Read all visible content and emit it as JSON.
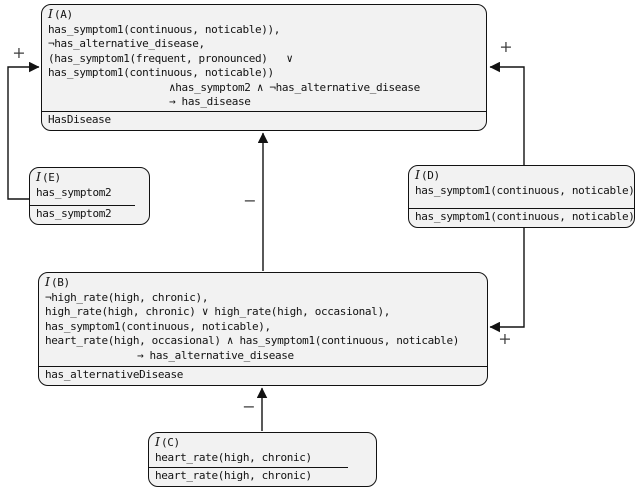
{
  "boxes": {
    "A": {
      "cal": "I",
      "arg": "(A)",
      "lines": [
        "has_symptom1(continuous, noticable)),",
        "¬has_alternative_disease,",
        "(has_symptom1(frequent, pronounced)   ∨",
        "has_symptom1(continuous, noticable))",
        "∧has_symptom2 ∧ ¬has_alternative_disease",
        "→ has_disease"
      ],
      "label": "HasDisease"
    },
    "B": {
      "cal": "I",
      "arg": "(B)",
      "lines": [
        "¬high_rate(high, chronic),",
        "high_rate(high, chronic) ∨ high_rate(high, occasional),",
        "has_symptom1(continuous, noticable),",
        "heart_rate(high, occasional) ∧ has_symptom1(continuous, noticable)",
        "→ has_alternative_disease"
      ],
      "label": "has_alternativeDisease"
    },
    "C": {
      "cal": "I",
      "arg": "(C)",
      "lines": [
        "heart_rate(high, chronic)"
      ],
      "label": "heart_rate(high, chronic)"
    },
    "D": {
      "cal": "I",
      "arg": "(D)",
      "lines": [
        "has_symptom1(continuous, noticable)"
      ],
      "label": "has_symptom1(continuous, noticable)"
    },
    "E": {
      "cal": "I",
      "arg": "(E)",
      "lines": [
        "has_symptom2"
      ],
      "label": "has_symptom2"
    }
  },
  "edge_labels": {
    "e_to_a": "+",
    "d_to_a": "+",
    "d_to_b": "+",
    "b_to_a": "−",
    "c_to_b": "−"
  },
  "colors": {
    "box_fill": "#f2f2f2",
    "box_border": "#121212",
    "edge_stroke": "#121212",
    "edge_label": "#3c3c3c"
  }
}
